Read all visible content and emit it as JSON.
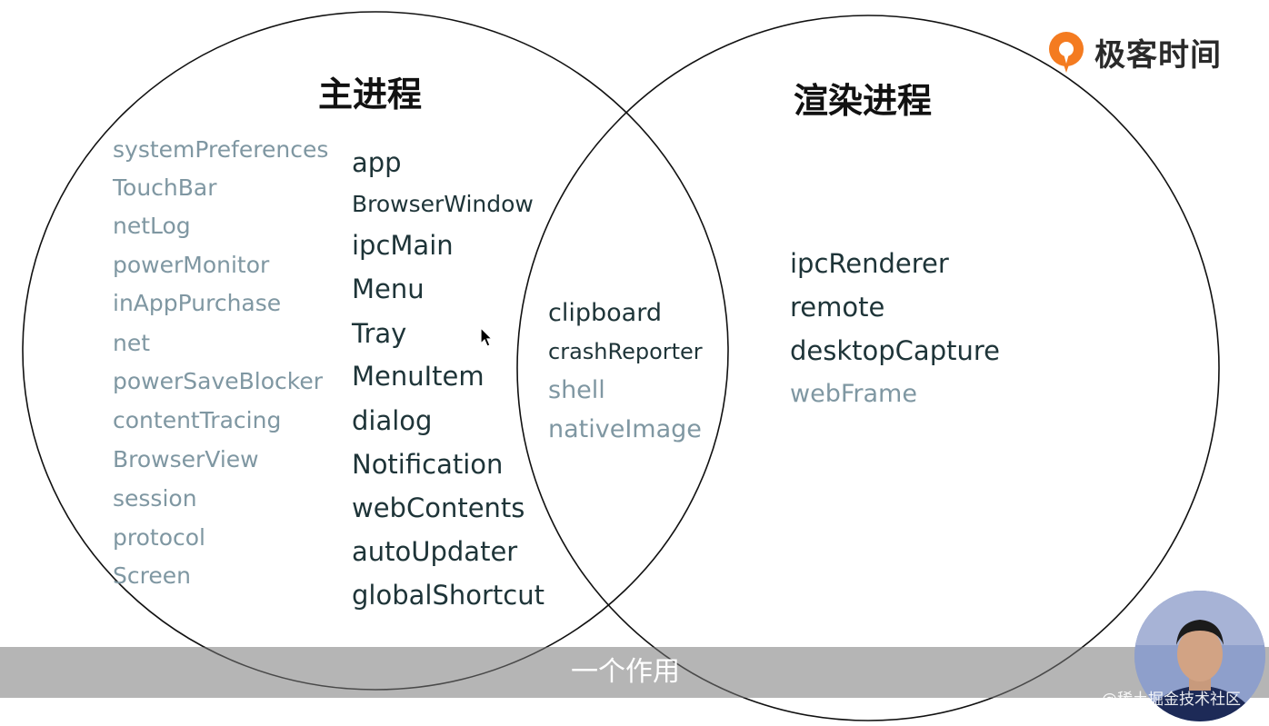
{
  "diagram": {
    "main_process": {
      "title": "主进程",
      "left_column": [
        "systemPreferences",
        "TouchBar",
        "netLog",
        "powerMonitor",
        "inAppPurchase",
        "net",
        "powerSaveBlocker",
        "contentTracing",
        "BrowserView",
        "session",
        "protocol",
        "Screen"
      ],
      "right_column": [
        "app",
        "BrowserWindow",
        "ipcMain",
        "Menu",
        "Tray",
        "MenuItem",
        "dialog",
        "Notification",
        "webContents",
        "autoUpdater",
        "globalShortcut"
      ]
    },
    "shared": {
      "items": [
        "clipboard",
        "crashReporter",
        "shell",
        "nativeImage"
      ]
    },
    "renderer_process": {
      "title": "渲染进程",
      "items": [
        "ipcRenderer",
        "remote",
        "desktopCapture",
        "webFrame"
      ]
    }
  },
  "logo": {
    "text": "极客时间",
    "icon": "geektime-logo-icon",
    "accent": "#f47b20"
  },
  "subtitle": {
    "text": "一个作用"
  },
  "watermark": {
    "text": "@稀土掘金技术社区"
  },
  "colors": {
    "dark_text": "#1e3438",
    "light_text": "#7f97a2",
    "circle_stroke": "#111111"
  }
}
